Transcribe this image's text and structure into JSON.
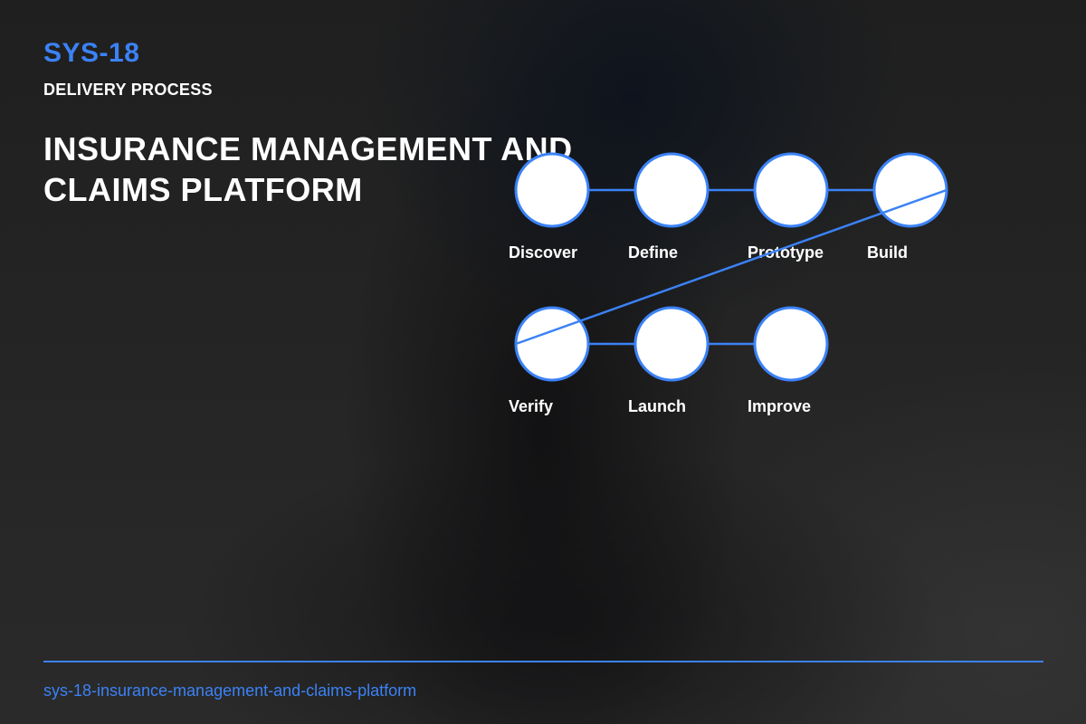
{
  "header": {
    "code": "SYS-18",
    "section": "DELIVERY PROCESS",
    "title_lines": [
      "INSURANCE MANAGEMENT AND",
      "CLAIMS PLATFORM"
    ]
  },
  "process": {
    "steps": [
      {
        "label": "Discover"
      },
      {
        "label": "Define"
      },
      {
        "label": "Prototype"
      },
      {
        "label": "Build"
      },
      {
        "label": "Verify"
      },
      {
        "label": "Launch"
      },
      {
        "label": "Improve"
      }
    ],
    "colors": {
      "accent": "#3b82f6",
      "node_fill": "#ffffff",
      "label": "#ffffff"
    }
  },
  "footer": {
    "slug": "sys-18-insurance-management-and-claims-platform"
  }
}
